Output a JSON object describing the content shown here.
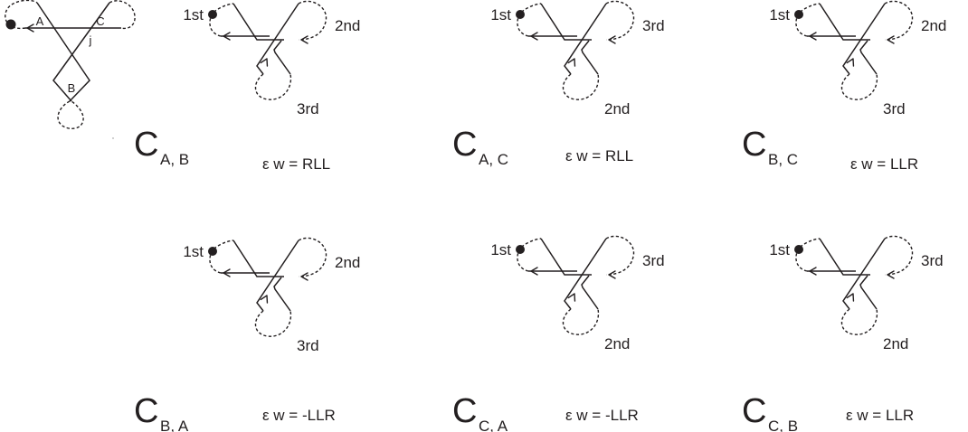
{
  "reference": {
    "labels": [
      "A",
      "B",
      "C",
      "j"
    ]
  },
  "panels": [
    {
      "name": "C_{A,B}",
      "c_letter": "C",
      "c_sub": "A, B",
      "equation": "ε w = RLL",
      "order_top_right": "2nd",
      "order_bottom": "3rd"
    },
    {
      "name": "C_{A,C}",
      "c_letter": "C",
      "c_sub": "A, C",
      "equation": "ε w = RLL",
      "order_top_right": "3rd",
      "order_bottom": "2nd"
    },
    {
      "name": "C_{B,C}",
      "c_letter": "C",
      "c_sub": "B, C",
      "equation": "ε w = LLR",
      "order_top_right": "2nd",
      "order_bottom": "3rd"
    },
    {
      "name": "C_{B,A}",
      "c_letter": "C",
      "c_sub": "B, A",
      "equation": "ε w = -LLR",
      "order_top_right": "2nd",
      "order_bottom": "3rd"
    },
    {
      "name": "C_{C,A}",
      "c_letter": "C",
      "c_sub": "C, A",
      "equation": "ε w = -LLR",
      "order_top_right": "3rd",
      "order_bottom": "2nd"
    },
    {
      "name": "C_{C,B}",
      "c_letter": "C",
      "c_sub": "C, B",
      "equation": "ε w = LLR",
      "order_top_right": "3rd",
      "order_bottom": "2nd"
    }
  ],
  "first_label": "1st"
}
